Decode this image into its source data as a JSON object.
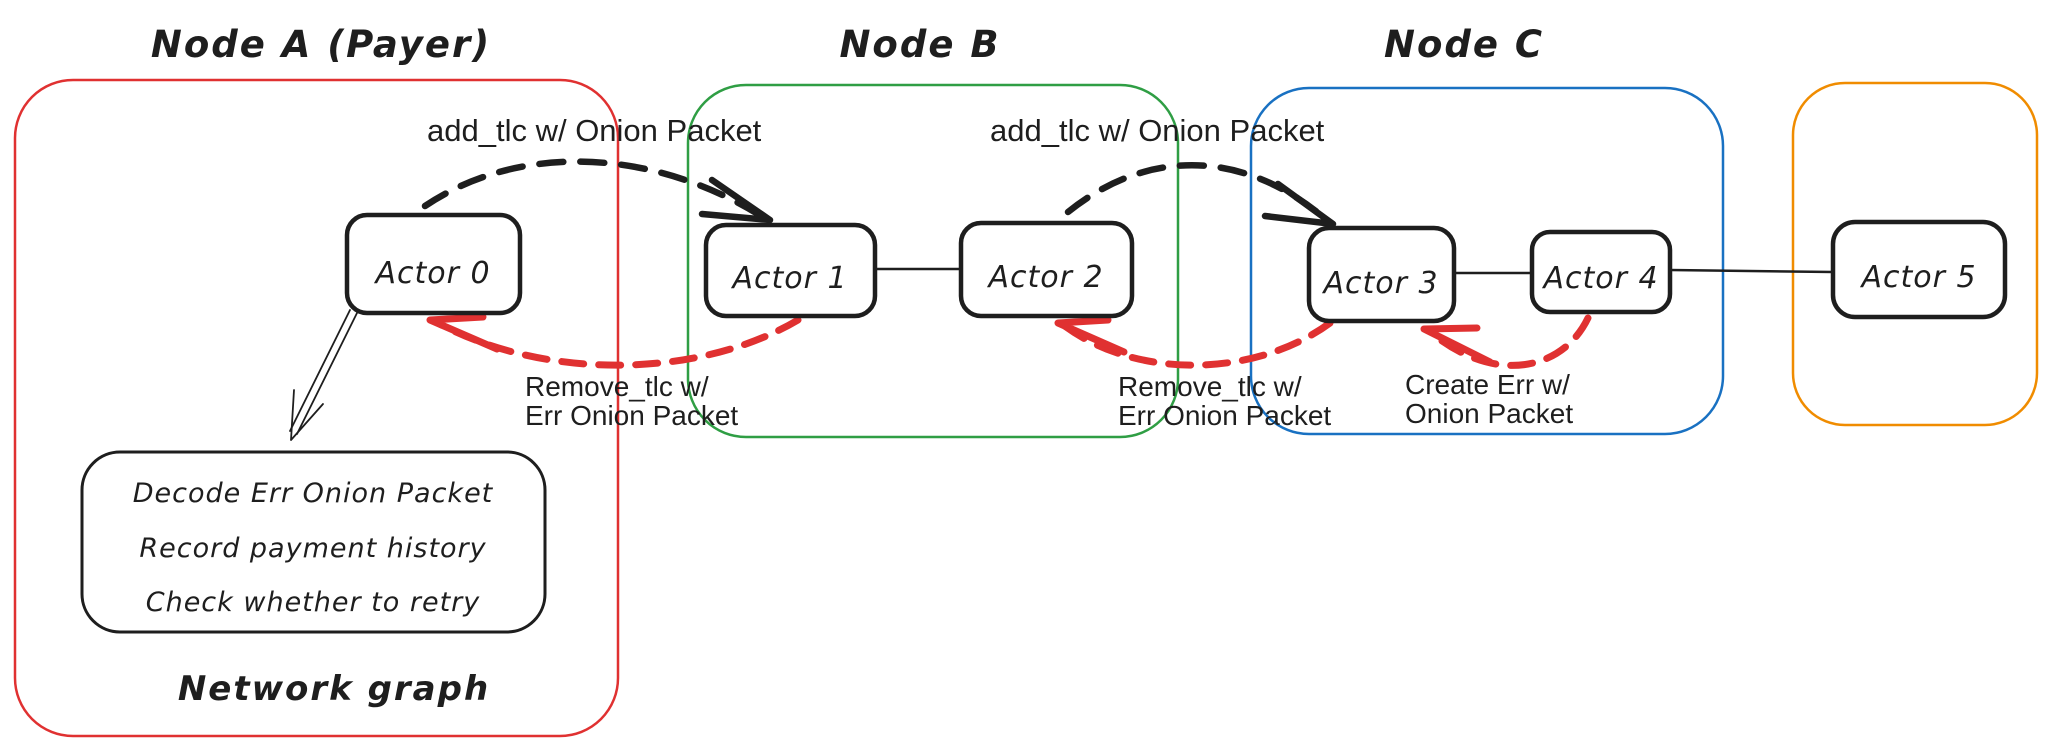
{
  "colors": {
    "node_a": "#e03131",
    "node_b": "#2f9e44",
    "node_c": "#1971c2",
    "node_d": "#f08c00",
    "ink": "#1e1e1e",
    "error": "#e03131"
  },
  "nodes": {
    "a": {
      "title": "Node A (Payer)"
    },
    "b": {
      "title": "Node B"
    },
    "c": {
      "title": "Node C"
    }
  },
  "actors": [
    {
      "label": "Actor 0"
    },
    {
      "label": "Actor 1"
    },
    {
      "label": "Actor 2"
    },
    {
      "label": "Actor 3"
    },
    {
      "label": "Actor 4"
    },
    {
      "label": "Actor 5"
    }
  ],
  "messages": {
    "add_tlc_ab": "add_tlc w/ Onion Packet",
    "add_tlc_bc": "add_tlc w/ Onion Packet",
    "remove_tlc_ba_line1": "Remove_tlc w/",
    "remove_tlc_ba_line2": "Err Onion Packet",
    "remove_tlc_cb_line1": "Remove_tlc w/",
    "remove_tlc_cb_line2": "Err Onion Packet",
    "create_err_line1": "Create Err w/",
    "create_err_line2": "Onion Packet"
  },
  "network_graph": {
    "label": "Network graph",
    "steps": [
      "Decode Err Onion Packet",
      "Record payment history",
      "Check whether to retry"
    ]
  }
}
